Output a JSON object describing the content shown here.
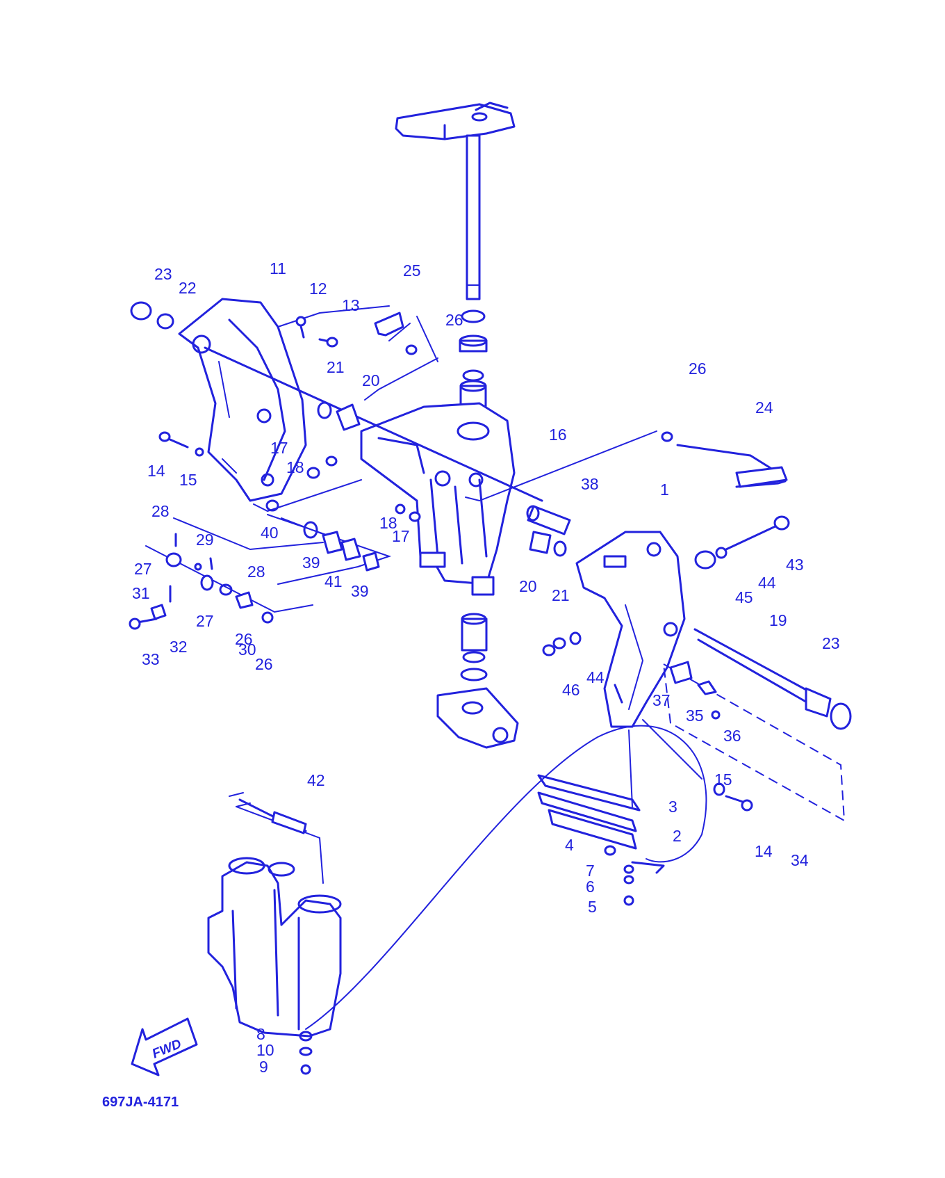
{
  "diagram": {
    "ink_color": "#2222dd",
    "background_color": "#ffffff",
    "part_number_code": "697JA-4171",
    "direction_marker": {
      "text": "FWD",
      "icon": "fwd-arrow-icon"
    },
    "labels": [
      "1",
      "2",
      "3",
      "4",
      "5",
      "6",
      "7",
      "8",
      "9",
      "10",
      "11",
      "12",
      "13",
      "14",
      "14",
      "15",
      "15",
      "16",
      "17",
      "17",
      "18",
      "18",
      "19",
      "20",
      "20",
      "21",
      "21",
      "22",
      "23",
      "23",
      "24",
      "25",
      "26",
      "26",
      "26",
      "26",
      "27",
      "27",
      "28",
      "28",
      "29",
      "30",
      "31",
      "32",
      "33",
      "34",
      "35",
      "36",
      "37",
      "38",
      "39",
      "39",
      "40",
      "41",
      "42",
      "43",
      "44",
      "44",
      "45",
      "46"
    ]
  }
}
